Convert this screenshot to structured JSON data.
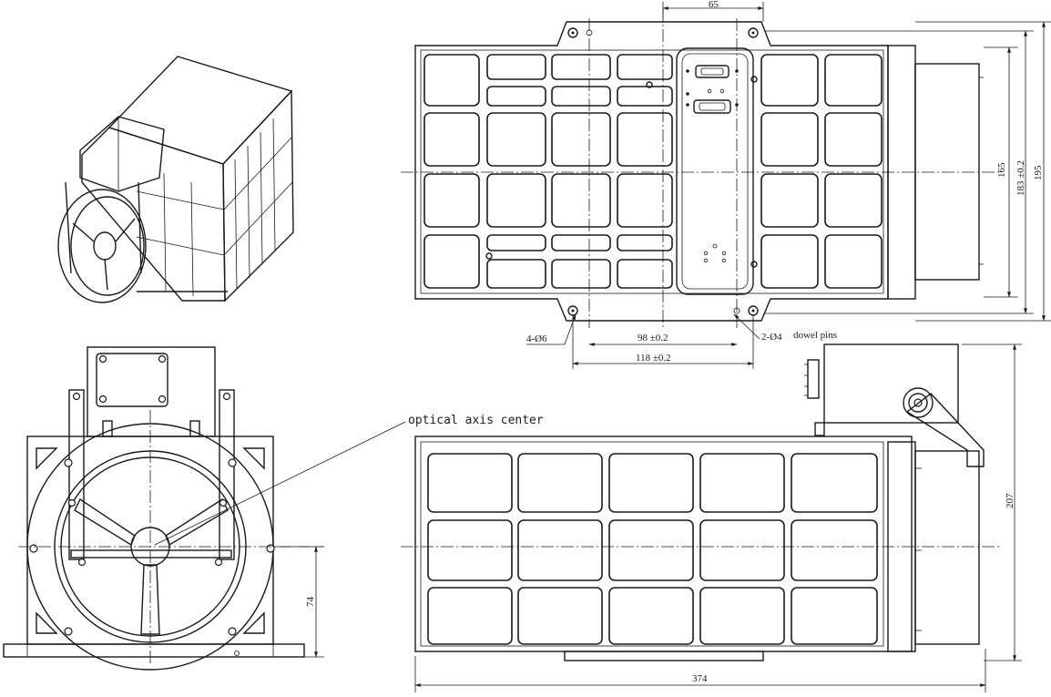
{
  "annotations": {
    "optical_axis": "optical axis center",
    "holes_4": "4-Ø6",
    "pins_2": "2-Ø4",
    "dowel": "dowel pins"
  },
  "dimensions": {
    "d65": "65",
    "d98": "98 ±0.2",
    "d118": "118 ±0.2",
    "d165": "165",
    "d183": "183 ±0.2",
    "d195": "195",
    "d207": "207",
    "d74": "74",
    "d374": "374"
  }
}
